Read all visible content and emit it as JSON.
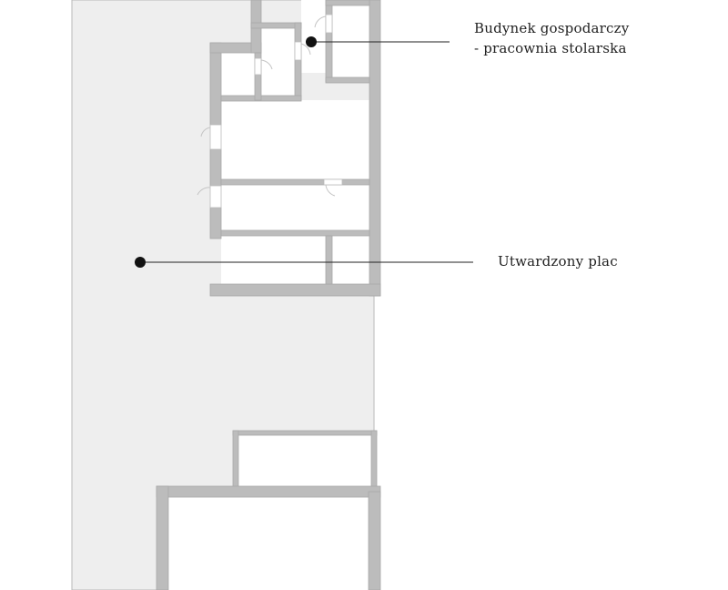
{
  "colors": {
    "yard_fill": "#eeeeee",
    "yard_outline": "#b9b9b9",
    "wall": "#bcbcbc",
    "wall_edge": "#a8a8a8",
    "room_fill": "#ffffff",
    "leader": "#222222",
    "text": "#222222"
  },
  "labels": {
    "workshop": {
      "line1": "Budynek gospodarczy",
      "line2": "- pracownia stolarska"
    },
    "yard": "Utwardzony plac"
  }
}
